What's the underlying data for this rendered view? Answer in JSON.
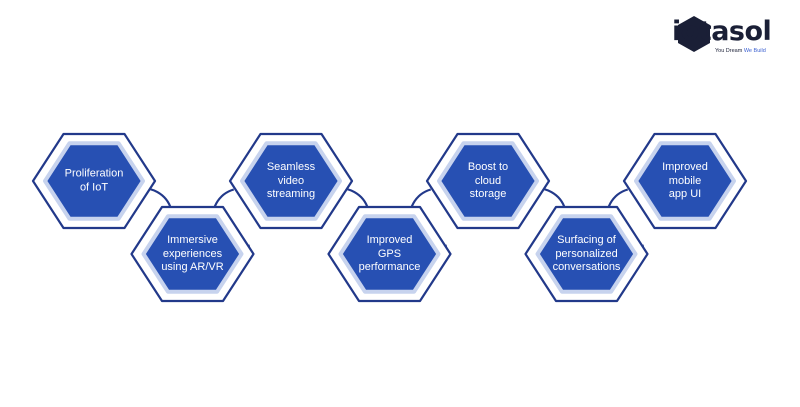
{
  "brand": {
    "name": "iotasol",
    "tagline_part1": "You Dream",
    "tagline_part2": "We Build",
    "colors": {
      "dark": "#1a1f36",
      "accent": "#3a5fd0"
    }
  },
  "colors": {
    "outline": "#22398a",
    "inner_fill": "#2750b3",
    "inner_stroke": "#c7d3ee",
    "connector": "#22398a"
  },
  "steps": [
    {
      "label": "Proliferation of IoT",
      "lines": [
        "Proliferation",
        "of IoT"
      ],
      "row": "top"
    },
    {
      "label": "Immersive experiences using AR/VR",
      "lines": [
        "Immersive",
        "experiences",
        "using AR/VR"
      ],
      "row": "bottom"
    },
    {
      "label": "Seamless video streaming",
      "lines": [
        "Seamless",
        "video",
        "streaming"
      ],
      "row": "top"
    },
    {
      "label": "Improved GPS performance",
      "lines": [
        "Improved",
        "GPS",
        "performance"
      ],
      "row": "bottom"
    },
    {
      "label": "Boost to cloud storage",
      "lines": [
        "Boost to",
        "cloud",
        "storage"
      ],
      "row": "top"
    },
    {
      "label": "Surfacing of personalized conversations",
      "lines": [
        "Surfacing of",
        "personalized",
        "conversations"
      ],
      "row": "bottom"
    },
    {
      "label": "Improved mobile app UI",
      "lines": [
        "Improved",
        "mobile",
        "app UI"
      ],
      "row": "top"
    }
  ]
}
